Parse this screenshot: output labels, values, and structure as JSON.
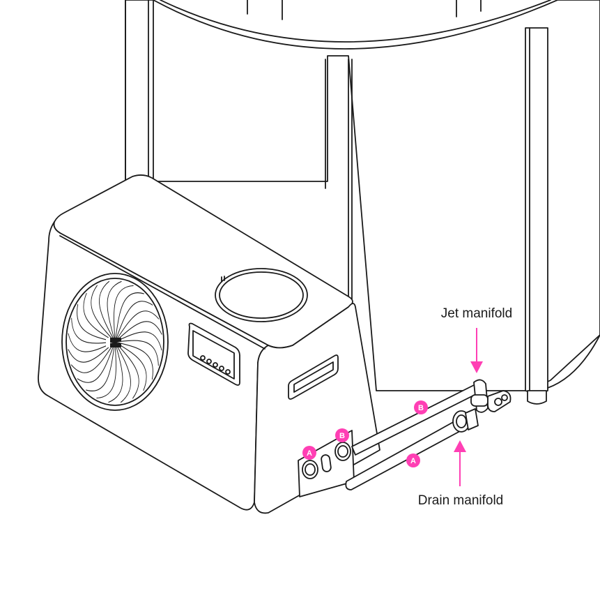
{
  "labels": {
    "jet_manifold": "Jet manifold",
    "drain_manifold": "Drain manifold"
  },
  "badges": {
    "a": "A",
    "b": "B"
  },
  "colors": {
    "accent": "#ff3fb4",
    "line": "#1a1a1a",
    "background": "#ffffff"
  }
}
